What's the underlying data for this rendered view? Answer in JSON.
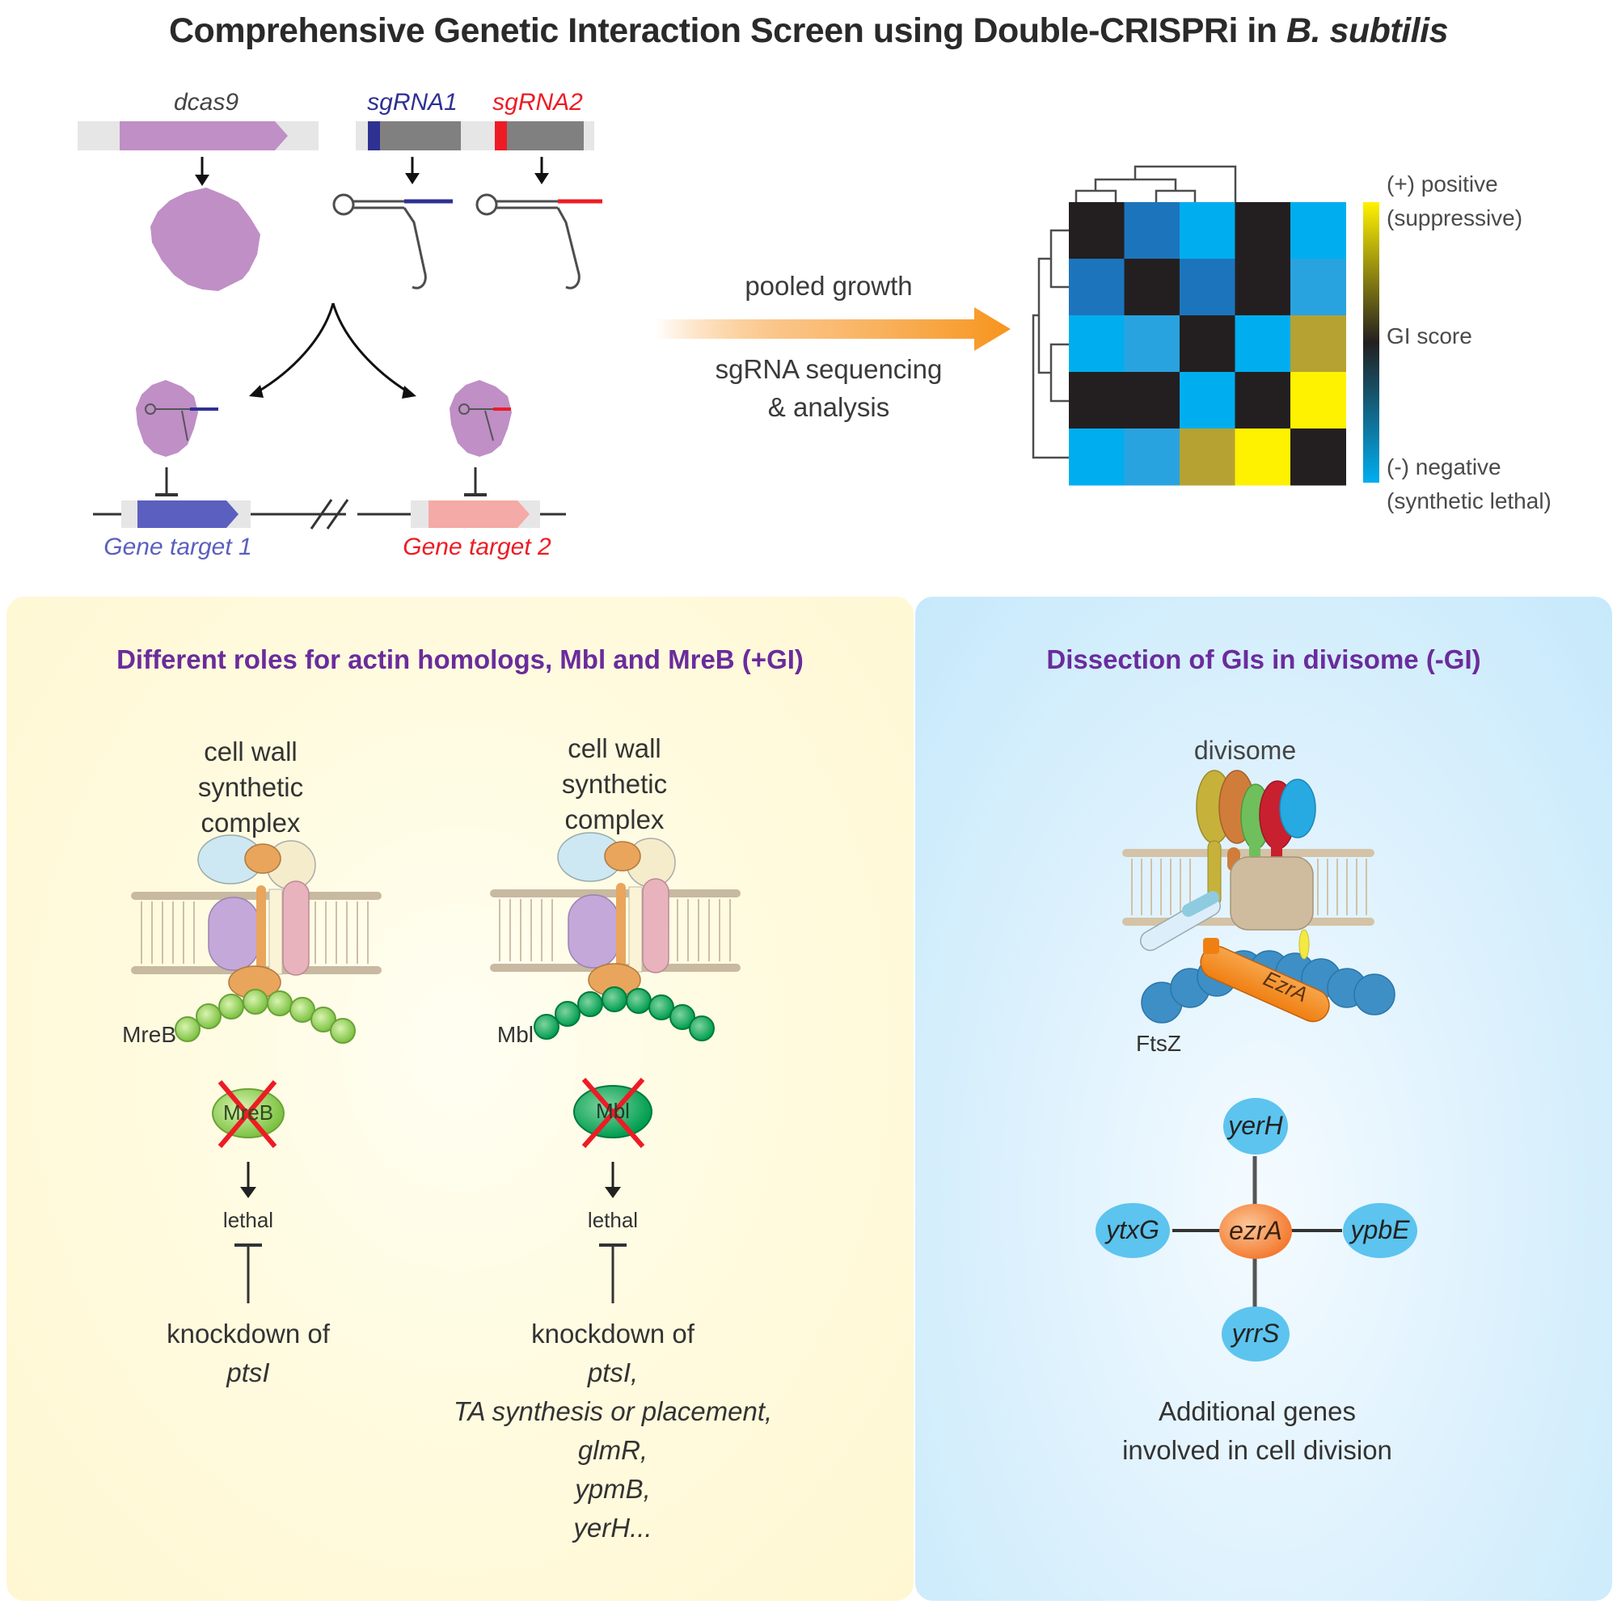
{
  "title": {
    "main": "Comprehensive Genetic Interaction Screen using Double-CRISPRi in ",
    "organism": "B. subtilis"
  },
  "construct": {
    "dcas9_label": "dcas9",
    "sgrna1_label": "sgRNA1",
    "sgrna2_label": "sgRNA2",
    "gene_target_1": "Gene target 1",
    "gene_target_2": "Gene target 2"
  },
  "process": {
    "arrow_top_label": "pooled growth",
    "arrow_bottom_label_line1": "sgRNA sequencing",
    "arrow_bottom_label_line2": "& analysis"
  },
  "heatmap": {
    "scale_label": "GI score",
    "positive_label_line1": "(+) positive",
    "positive_label_line2": "(suppressive)",
    "negative_label_line1": "(-) negative",
    "negative_label_line2": "(synthetic lethal)",
    "colors": {
      "zero": "#231f20",
      "neg_strong": "#00aeef",
      "neg_mid": "#29a3e0",
      "neg_dark": "#1c75bc",
      "pos_mid": "#b5a233",
      "pos_strong": "#fff200"
    },
    "matrix": [
      [
        "zero",
        "neg_dark",
        "neg_strong",
        "zero",
        "neg_strong"
      ],
      [
        "neg_dark",
        "zero",
        "neg_dark",
        "zero",
        "neg_mid"
      ],
      [
        "neg_strong",
        "neg_mid",
        "zero",
        "neg_strong",
        "pos_mid"
      ],
      [
        "zero",
        "zero",
        "neg_strong",
        "zero",
        "pos_strong"
      ],
      [
        "neg_strong",
        "neg_mid",
        "pos_mid",
        "pos_strong",
        "zero"
      ]
    ]
  },
  "left_panel": {
    "title": "Different roles for actin homologs, Mbl and MreB (+GI)",
    "complex_label_line1": "cell wall",
    "complex_label_line2": "synthetic",
    "complex_label_line3": "complex",
    "mreb": {
      "filament_label": "MreB",
      "knockout_label": "MreB",
      "outcome": "lethal",
      "suppressor_line1": "knockdown of",
      "suppressor_genes": [
        "ptsI"
      ]
    },
    "mbl": {
      "filament_label": "Mbl",
      "knockout_label": "Mbl",
      "outcome": "lethal",
      "suppressor_line1": "knockdown of",
      "suppressor_genes": [
        "ptsI,",
        "TA synthesis or placement,",
        "glmR,",
        "ypmB,",
        "yerH..."
      ]
    }
  },
  "right_panel": {
    "title": "Dissection of GIs in divisome (-GI)",
    "divisome_label": "divisome",
    "ftsz_label": "FtsZ",
    "ezra_label": "EzrA",
    "network": {
      "center": "ezrA",
      "top": "yerH",
      "left": "ytxG",
      "right": "ypbE",
      "bottom": "yrrS"
    },
    "caption_line1": "Additional genes",
    "caption_line2": "involved in cell division"
  }
}
